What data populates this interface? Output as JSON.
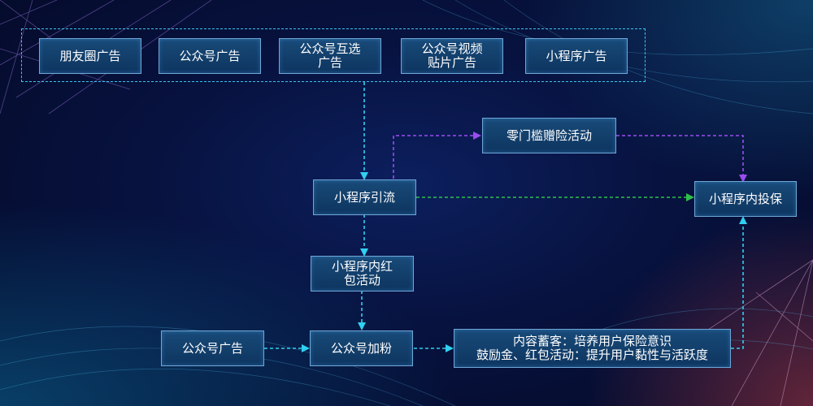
{
  "colors": {
    "cyan_flow": "#2fd0f0",
    "purple_flow": "#9a4df0",
    "green_flow": "#2ec04a",
    "node_border": "#6fa7d6"
  },
  "source_ads": [
    {
      "id": "moments-ad",
      "line1": "朋友圈广告",
      "line2": ""
    },
    {
      "id": "official-account-ad",
      "line1": "公众号广告",
      "line2": ""
    },
    {
      "id": "mutual-select-ad",
      "line1": "公众号互选",
      "line2": "广告"
    },
    {
      "id": "video-patch-ad",
      "line1": "公众号视频",
      "line2": "贴片广告"
    },
    {
      "id": "mini-program-ad",
      "line1": "小程序广告",
      "line2": ""
    }
  ],
  "nodes": {
    "zero_threshold": "零门槛赠险活动",
    "mp_traffic": "小程序引流",
    "mp_insure": "小程序内投保",
    "red_packet_line1": "小程序内红",
    "red_packet_line2": "包活动",
    "oa_ad": "公众号广告",
    "oa_follow": "公众号加粉",
    "content_line1": "内容蓄客：培养用户保险意识",
    "content_line2": "鼓励金、红包活动：提升用户黏性与活跃度"
  }
}
